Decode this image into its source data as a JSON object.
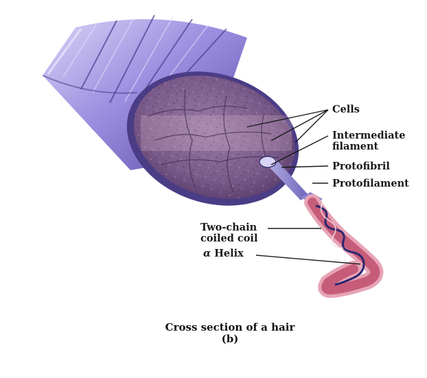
{
  "labels": {
    "cells": "Cells",
    "intermediate_filament_line1": "Intermediate",
    "intermediate_filament_line2": "filament",
    "protofibril": "Protofibril",
    "protofilament": "Protofilament",
    "two_chain_line1": "Two-chain",
    "two_chain_line2": "coiled coil",
    "alpha_symbol": "α",
    "alpha_helix": "Helix"
  },
  "caption": {
    "title": "Cross section of a hair",
    "part": "(b)"
  },
  "colors": {
    "hair_purple": "#7e6fc4",
    "cross_section": "#7a5a88",
    "helix_red": "#c0506e",
    "helix_pink": "#e7a4b6"
  }
}
